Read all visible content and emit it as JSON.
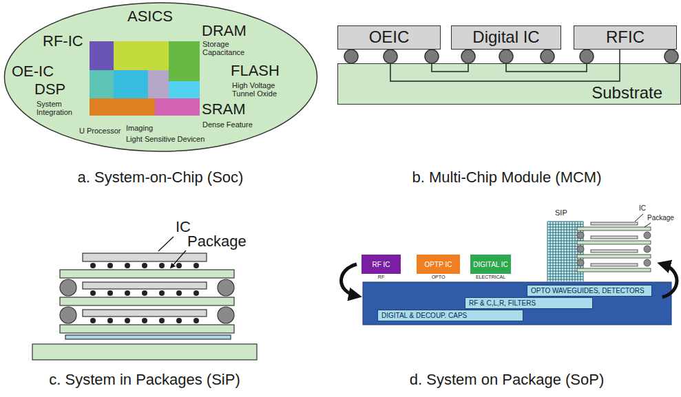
{
  "diagram": {
    "nodes": [
      {
        "text": [
          "ASICS",
          "RF-IC",
          "DRAM",
          "Storage Capacitance",
          "OE-IC",
          "FLASH",
          "High Voltage Tunnel Oxide",
          "DSP",
          "System Integration",
          "SRAM",
          "Dense Feature",
          "U Processor",
          "Imaging",
          "Light Sensitive Devicen"
        ]
      },
      {
        "text": [
          "OEIC"
        ]
      },
      {
        "text": [
          "Digital IC"
        ]
      },
      {
        "text": [
          "RFIC"
        ]
      },
      {
        "text": [
          "Substrate"
        ]
      },
      {
        "text": [
          "RF IC",
          "RF"
        ]
      },
      {
        "text": [
          "OPTP IC",
          "OPTO"
        ]
      },
      {
        "text": [
          "DIGITAL IC",
          "ELECTRICAL"
        ]
      },
      {
        "text": [
          "OPTO WAVEGUIDES, DETECTORS"
        ]
      },
      {
        "text": [
          "RF & C,L,R, FILTERS"
        ]
      },
      {
        "text": [
          "DIGITAL & DECOUP. CAPS"
        ]
      }
    ],
    "edges": [
      {
        "from": 1,
        "to": 2,
        "arrow": "none"
      },
      {
        "from": 2,
        "to": 3,
        "arrow": "none"
      },
      {
        "from": 1,
        "to": 3,
        "arrow": "none"
      }
    ],
    "labels": [
      "a. System-on-Chip (Soc)",
      "b. Multi-Chip Module (MCM)",
      "IC",
      "Package",
      "c. System in Packages (SiP)",
      "SIP",
      "IC",
      "Package",
      "d. System on Package (SoP)"
    ]
  }
}
